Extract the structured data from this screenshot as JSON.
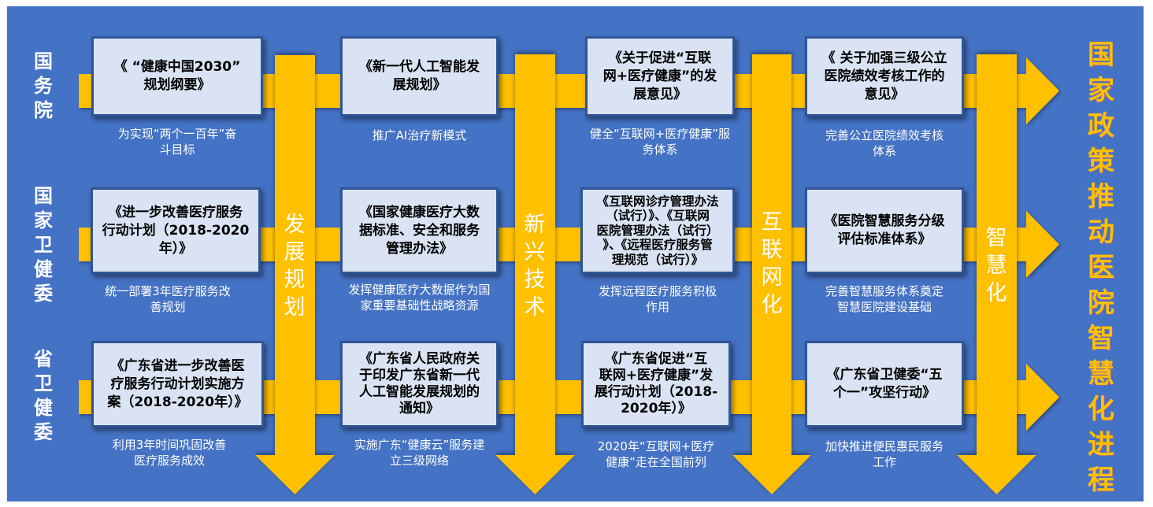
{
  "title": "国家政策推动医院智慧化进程",
  "colors": {
    "background": "#4472C4",
    "arrow": "#FFC000",
    "box_fill": "#DAE3F3",
    "box_border": "#2F5597",
    "title": "#FFC000"
  },
  "stages": [
    "发展规划",
    "新兴技术",
    "互联网化",
    "智慧化"
  ],
  "rows": [
    {
      "level": "国务院",
      "cells": [
        {
          "title": "《 “健康中国2030”\n规划纲要》",
          "desc": "为实现“两个一百年”奋\n斗目标"
        },
        {
          "title": "《新一代人工智能发\n展规划》",
          "desc": "推广AI治疗新模式"
        },
        {
          "title": "《关于促进“互联\n网+医疗健康”的发\n展意见》",
          "desc": "健全“互联网+医疗健康”服\n务体系"
        },
        {
          "title": "《 关于加强三级公立\n医院绩效考核工作的\n意见》",
          "desc": "完善公立医院绩效考核\n体系"
        }
      ]
    },
    {
      "level": "国家卫健委",
      "cells": [
        {
          "title": "《进一步改善医疗服务\n行动计划（2018-2020\n年）》",
          "desc": "统一部署3年医疗服务改\n善规划"
        },
        {
          "title": "《国家健康医疗大数\n据标准、安全和服务\n管理办法》",
          "desc": "发挥健康医疗大数据作为国\n家重要基础性战略资源"
        },
        {
          "title": "《互联网诊疗管理办法\n（试行）》、《互联网\n医院管理办法（试行）\n》、《远程医疗服务管\n理规范（试行）》",
          "desc": "发挥远程医疗服务积极\n作用"
        },
        {
          "title": "《医院智慧服务分级\n评估标准体系》",
          "desc": "完善智慧服务体系奠定\n智慧医院建设基础"
        }
      ]
    },
    {
      "level": "省卫健委",
      "cells": [
        {
          "title": "《广东省进一步改善医\n疗服务行动计划实施方\n案（2018-2020年）》",
          "desc": "利用3年时间巩固改善\n医疗服务成效"
        },
        {
          "title": "《广东省人民政府关\n于印发广东省新一代\n人工智能发展规划的\n通知》",
          "desc": "实施广东“健康云”服务建\n立三级网络"
        },
        {
          "title": "《广东省促进“互\n联网+医疗健康”发\n展行动计划（2018-\n2020年）》",
          "desc": "2020年“互联网+医疗\n健康”走在全国前列"
        },
        {
          "title": "《广东省卫健委“五\n个一”攻坚行动》",
          "desc": "加快推进便民惠民服务\n工作"
        }
      ]
    }
  ]
}
